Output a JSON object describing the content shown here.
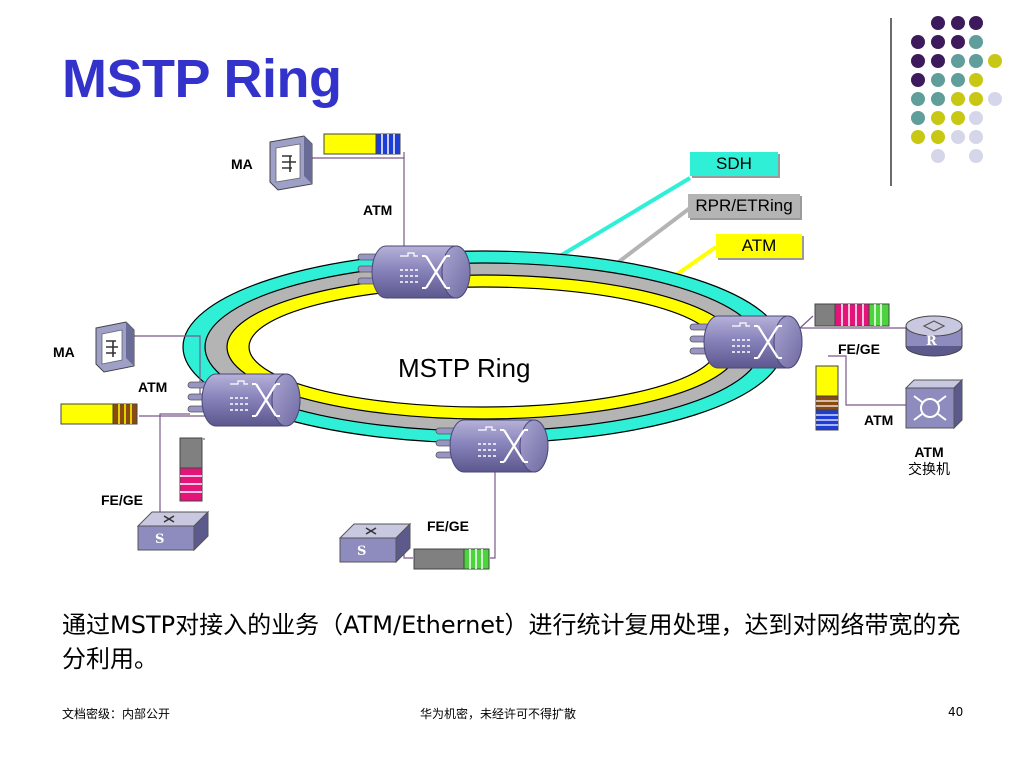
{
  "title": "MSTP Ring",
  "legend": {
    "sdh": "SDH",
    "rpr": "RPR/ETRing",
    "atm": "ATM",
    "colors": {
      "sdh": "#2ff0d6",
      "rpr": "#b4b4b4",
      "atm": "#ffff00"
    }
  },
  "ring_label": "MSTP Ring",
  "labels": {
    "ma_top": "MA",
    "atm_top": "ATM",
    "ma_left": "MA",
    "atm_left": "ATM",
    "fege_left": "FE/GE",
    "fege_bottom": "FE/GE",
    "fege_right": "FE/GE",
    "atm_right": "ATM",
    "atm_switch_line1": "ATM",
    "atm_switch_line2": "交换机"
  },
  "device_letters": {
    "router": "R",
    "switch": "S"
  },
  "caption": "通过MSTP对接入的业务（ATM/Ethernet）进行统计复用处理，达到对网络带宽的充分利用。",
  "footer": {
    "left": "文档密级：内部公开",
    "center": "华为机密，未经许可不得扩散",
    "page": "40"
  },
  "decor_colors": {
    "purple": "#3d1a5b",
    "teal": "#5f9e9a",
    "olive": "#c8c814",
    "lavender": "#d6d6ea",
    "accent": "#8080b8"
  }
}
